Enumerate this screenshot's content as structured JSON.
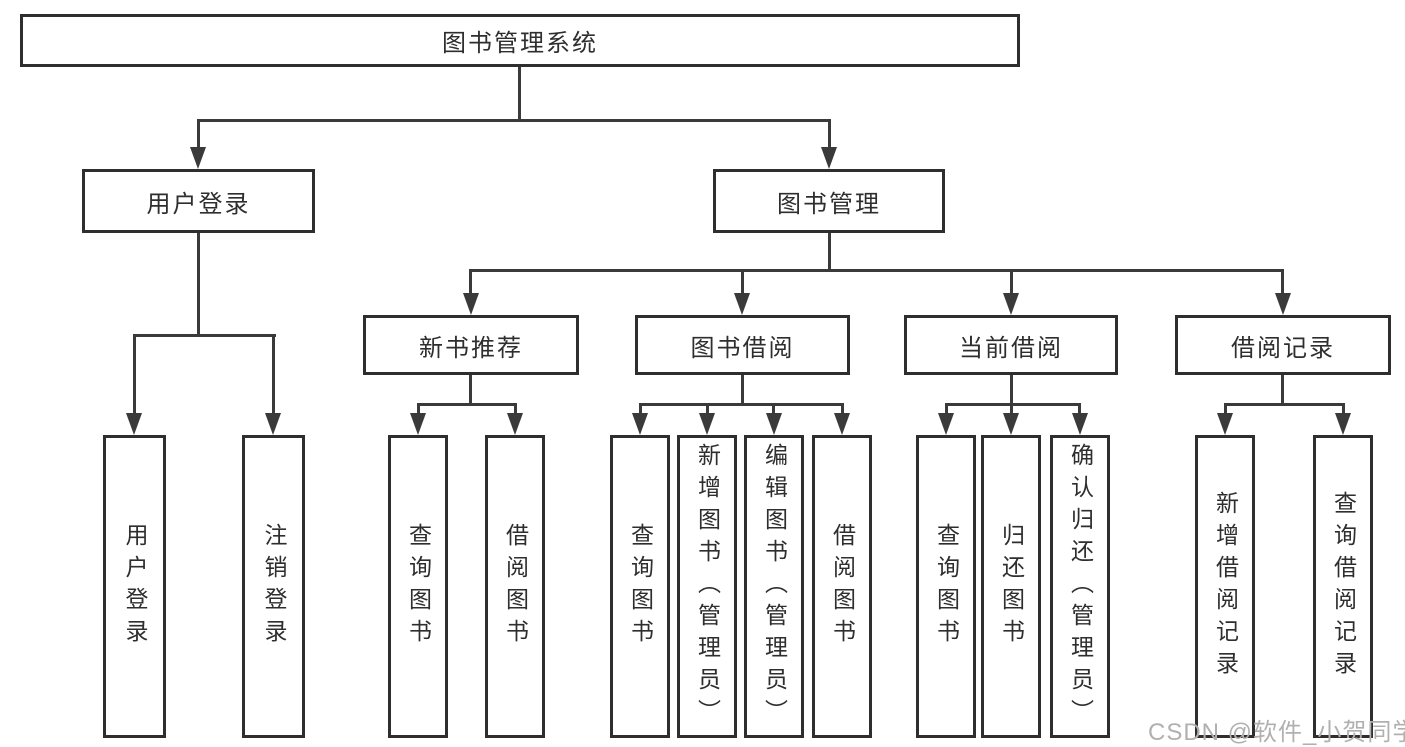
{
  "colors": {
    "line": "#3a3a3a",
    "box_border": "#2e2e2e",
    "text": "#2e2e2e",
    "watermark": "#b0b0b0",
    "background": "#ffffff"
  },
  "watermark": "CSDN @软件_小贺同学",
  "tree": {
    "root": {
      "label": "图书管理系统"
    },
    "branches": [
      {
        "label": "用户登录",
        "children": [
          {
            "label": "用户登录"
          },
          {
            "label": "注销登录"
          }
        ]
      },
      {
        "label": "图书管理",
        "sections": [
          {
            "label": "新书推荐",
            "children": [
              {
                "label": "查询图书"
              },
              {
                "label": "借阅图书"
              }
            ]
          },
          {
            "label": "图书借阅",
            "children": [
              {
                "label": "查询图书"
              },
              {
                "label": "新增图书（管理员）"
              },
              {
                "label": "编辑图书（管理员）"
              },
              {
                "label": "借阅图书"
              }
            ]
          },
          {
            "label": "当前借阅",
            "children": [
              {
                "label": "查询图书"
              },
              {
                "label": "归还图书"
              },
              {
                "label": "确认归还（管理员）"
              }
            ]
          },
          {
            "label": "借阅记录",
            "children": [
              {
                "label": "新增借阅记录"
              },
              {
                "label": "查询借阅记录"
              }
            ]
          }
        ]
      }
    ]
  }
}
